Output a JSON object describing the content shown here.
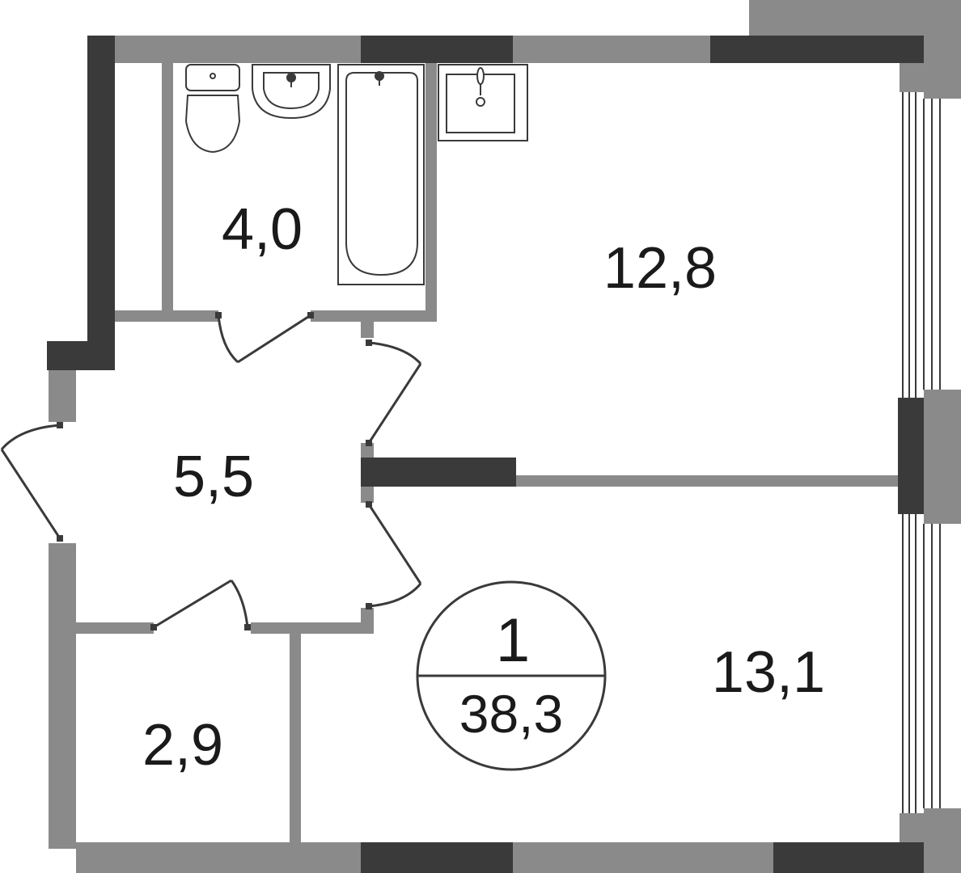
{
  "floor_plan": {
    "rooms": [
      {
        "id": "bathroom",
        "area": "4,0"
      },
      {
        "id": "kitchen",
        "area": "12,8"
      },
      {
        "id": "hall",
        "area": "5,5"
      },
      {
        "id": "storage",
        "area": "2,9"
      },
      {
        "id": "living-room",
        "area": "13,1"
      }
    ],
    "badge": {
      "rooms_count": "1",
      "total_area": "38,3"
    },
    "colors": {
      "wall_dark": "#3a3a3a",
      "wall_light": "#8a8a8a",
      "line": "#3a3a3a",
      "text": "#1a1a1a",
      "background": "#ffffff"
    }
  }
}
